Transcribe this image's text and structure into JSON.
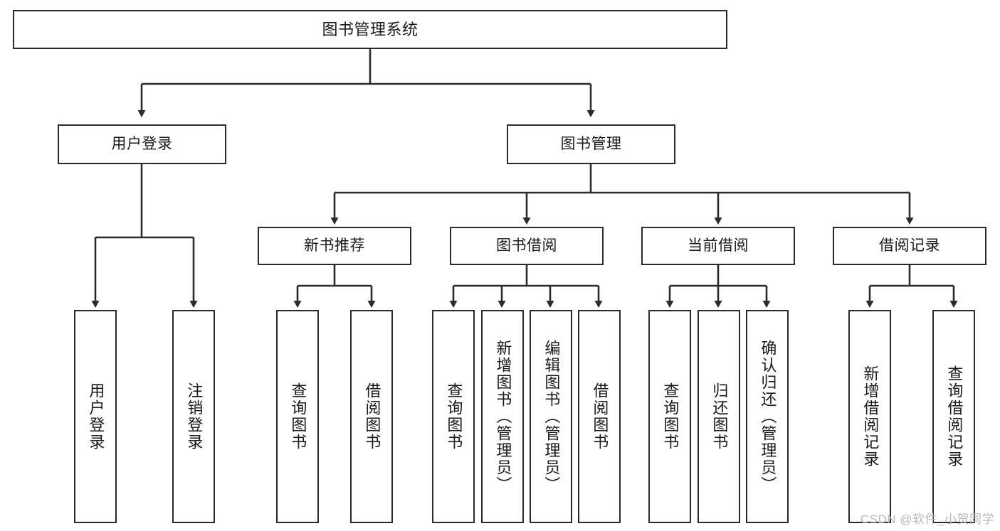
{
  "diagram": {
    "title": "图书管理系统",
    "type": "tree-hierarchy-diagram",
    "colors": {
      "box_border": "#2b2b2b",
      "box_fill": "#ffffff",
      "connector": "#2b2b2b",
      "text": "#1a1a1a",
      "watermark": "#b9b9b9",
      "background": "#ffffff"
    },
    "nodes": {
      "root": {
        "label": "图书管理系统"
      },
      "level2": [
        {
          "label": "用户登录"
        },
        {
          "label": "图书管理"
        }
      ],
      "level3": [
        {
          "label": "新书推荐"
        },
        {
          "label": "图书借阅"
        },
        {
          "label": "当前借阅"
        },
        {
          "label": "借阅记录"
        }
      ],
      "leaves": {
        "user_login": [
          {
            "label": "用户登录"
          },
          {
            "label": "注销登录"
          }
        ],
        "new_book_recommend": [
          {
            "label": "查询图书"
          },
          {
            "label": "借阅图书"
          }
        ],
        "book_borrow": [
          {
            "label": "查询图书"
          },
          {
            "label": "新增图书（管理员）"
          },
          {
            "label": "编辑图书（管理员）"
          },
          {
            "label": "借阅图书"
          }
        ],
        "current_borrow": [
          {
            "label": "查询图书"
          },
          {
            "label": "归还图书"
          },
          {
            "label": "确认归还（管理员）"
          }
        ],
        "borrow_record": [
          {
            "label": "新增借阅记录"
          },
          {
            "label": "查询借阅记录"
          }
        ]
      }
    },
    "watermark": "CSDN @软件_小贺同学"
  }
}
